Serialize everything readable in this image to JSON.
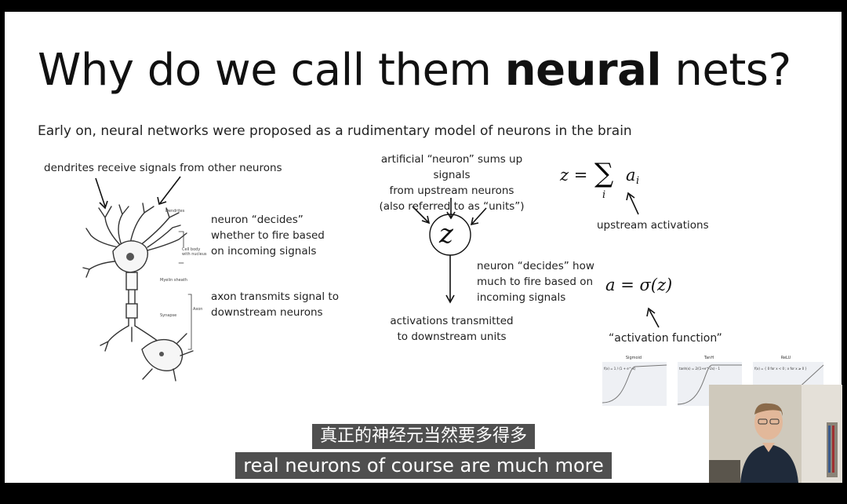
{
  "slide": {
    "title_pre": "Why do we call them ",
    "title_bold": "neural",
    "title_post": " nets?",
    "subtitle": "Early on, neural networks were proposed as a rudimentary model of neurons in the brain",
    "dendrites_label": "dendrites receive signals from other neurons",
    "neuron_decides_1": "neuron “decides”\nwhether to fire based\non incoming signals",
    "axon_label": "axon transmits signal to\ndownstream neurons",
    "artificial_label": "artificial “neuron” sums up signals\nfrom upstream neurons\n(also referred to as “units”)",
    "neuron_decides_2": "neuron “decides” how\nmuch to fire based on\nincoming signals",
    "activations_label": "activations transmitted\nto downstream units",
    "node_symbol": "z",
    "eq_sum_lhs": "z =",
    "eq_sum_sym": "∑",
    "eq_sum_sub": "i",
    "eq_sum_term": "a",
    "eq_sum_term_sub": "i",
    "upstream_label": "upstream activations",
    "eq_act": "a = σ(z)",
    "activation_fn_label": "“activation function”",
    "neuron_part_labels": [
      "Dendrites",
      "Cell body with nucleus",
      "Myelin sheath",
      "Axon",
      "Synapse"
    ]
  },
  "charts": [
    {
      "title": "Sigmoid",
      "formula": "f(x) = 1 / (1 + e^-x)"
    },
    {
      "title": "TanH",
      "formula": "tanh(x) = 2/(1+e^-2x) - 1"
    },
    {
      "title": "ReLU",
      "formula": "f(x) = { 0 for x < 0 ; x for x ≥ 0 }"
    }
  ],
  "subtitles": {
    "chinese": "真正的神经元当然要多得多",
    "english": "real neurons of course are much more"
  },
  "colors": {
    "background": "#000000",
    "slide": "#ffffff",
    "text": "#222222",
    "subtitle_box": "#282828",
    "curve": "#777777"
  },
  "icons": [
    "webcam-presenter-image",
    "neuron-illustration"
  ]
}
